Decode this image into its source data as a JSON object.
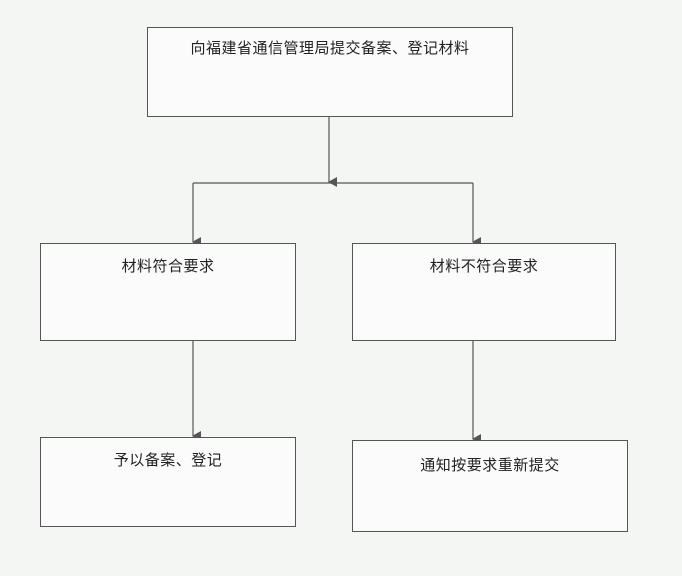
{
  "flowchart": {
    "nodes": {
      "root": "向福建省通信管理局提交备案、登记材料",
      "meets_requirements": "材料符合要求",
      "not_meets_requirements": "材料不符合要求",
      "approve_register": "予以备案、登记",
      "notify_resubmit": "通知按要求重新提交"
    },
    "colors": {
      "line": "#555555",
      "box_border": "#555555",
      "background": "#f4f6f4"
    }
  }
}
